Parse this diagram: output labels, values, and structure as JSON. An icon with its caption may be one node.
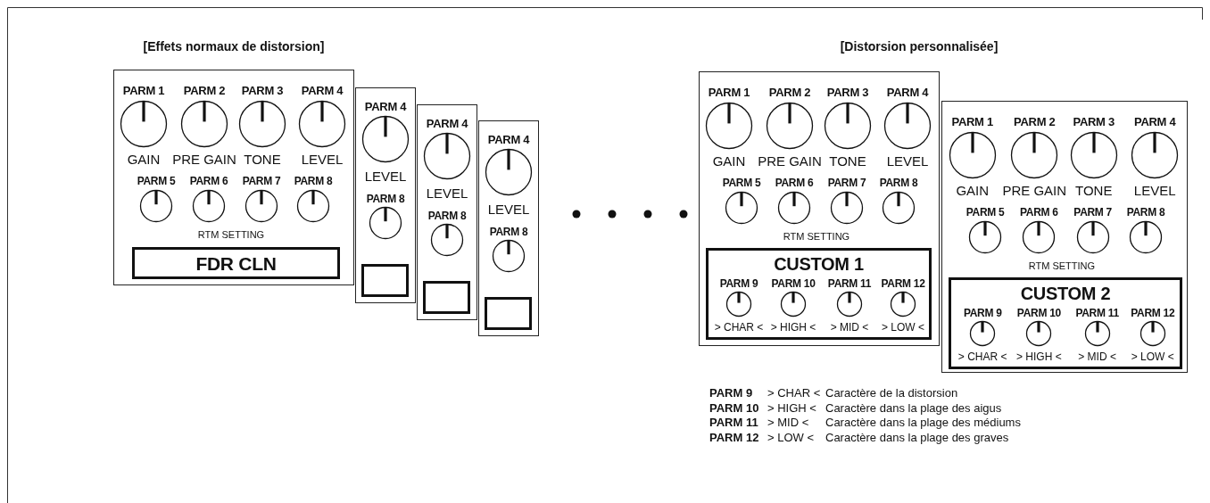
{
  "diagram": {
    "nodes": [
      {
        "text": [
          "PARM 1",
          "PARM 2",
          "PARM 3",
          "PARM 4",
          "GAIN",
          "PRE GAIN",
          "TONE",
          "LEVEL",
          "PARM 5",
          "PARM 6",
          "PARM 7",
          "PARM 8",
          "RTM SETTING"
        ]
      },
      {
        "text": [
          "FDR CLN"
        ],
        "in": 0
      },
      {
        "text": [
          "PARM 4",
          "LEVEL",
          "PARM 8"
        ]
      },
      {
        "text": [],
        "shape": "box",
        "in": 2
      },
      {
        "text": [
          "PARM 4",
          "LEVEL",
          "PARM 8"
        ]
      },
      {
        "text": [],
        "shape": "box",
        "in": 4
      },
      {
        "text": [
          "PARM 4",
          "LEVEL",
          "PARM 8"
        ]
      },
      {
        "text": [],
        "shape": "box",
        "in": 6
      },
      {
        "text": [
          "PARM 1",
          "PARM 2",
          "PARM 3",
          "PARM 4",
          "GAIN",
          "PRE GAIN",
          "TONE",
          "LEVEL",
          "PARM 5",
          "PARM 6",
          "PARM 7",
          "PARM 8",
          "RTM SETTING"
        ]
      },
      {
        "text": [
          "CUSTOM 1",
          "PARM 9",
          "PARM 10",
          "PARM 11",
          "PARM 12",
          "> CHAR <",
          "> HIGH <",
          "> MID <",
          "> LOW <"
        ],
        "in": 8
      },
      {
        "text": [
          "PARM 1",
          "PARM 2",
          "PARM 3",
          "PARM 4",
          "GAIN",
          "PRE GAIN",
          "TONE",
          "LEVEL",
          "PARM 5",
          "PARM 6",
          "PARM 7",
          "PARM 8",
          "RTM SETTING"
        ]
      },
      {
        "text": [
          "CUSTOM 2",
          "PARM 9",
          "PARM 10",
          "PARM 11",
          "PARM 12",
          "> CHAR <",
          "> HIGH <",
          "> MID <",
          "> LOW <"
        ],
        "in": 10
      }
    ],
    "labels": [
      "[Effets normaux de distorsion]",
      "[Distorsion personnalisée]",
      "PARM 9",
      "> CHAR <",
      "Caractère de la distorsion",
      "PARM 10",
      "> HIGH <",
      "Caractère dans la plage des aigus",
      "PARM 11",
      "> MID <",
      "Caractère dans la plage des médiums",
      "PARM 12",
      "> LOW <",
      "Caractère dans la plage des graves"
    ]
  }
}
